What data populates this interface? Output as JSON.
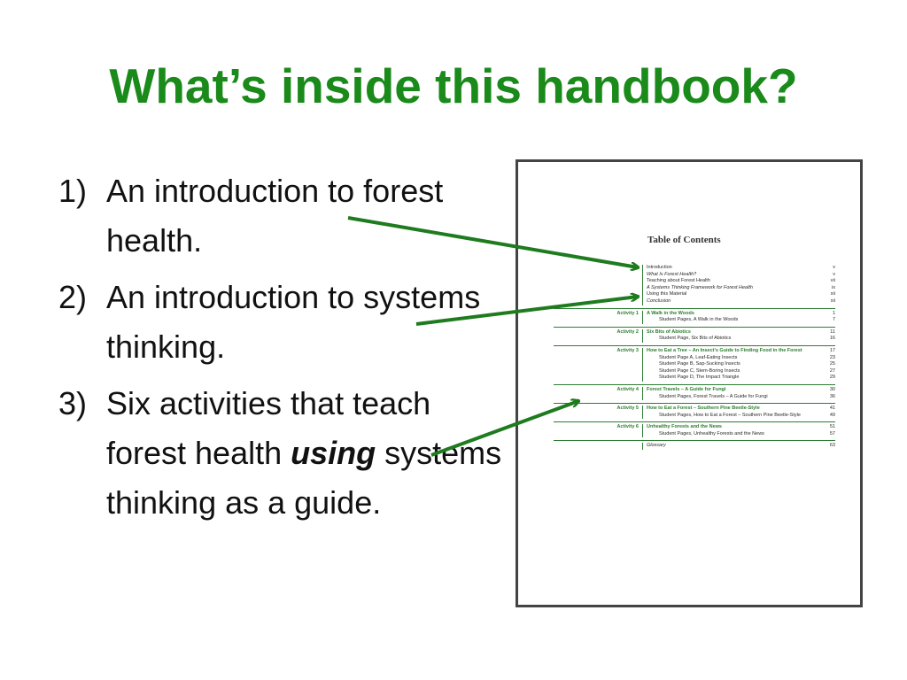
{
  "slide": {
    "title": "What’s inside this handbook?",
    "bullets": [
      {
        "num": "1)",
        "text": "An introduction to forest health."
      },
      {
        "num": "2)",
        "text": "An introduction to systems thinking."
      },
      {
        "num": "3)",
        "before": "Six activities that teach forest health ",
        "emphasis": "using",
        "after": " systems thinking as a guide."
      }
    ]
  },
  "toc": {
    "title": "Table of Contents",
    "intro": [
      {
        "label": "Introduction",
        "page": "v"
      },
      {
        "label": "What Is Forest Health?",
        "page": "v"
      },
      {
        "label": "Teaching about Forest Health",
        "page": "vii"
      },
      {
        "label": "A Systems Thinking Framework for Forest Health",
        "page": "ix"
      },
      {
        "label": "Using this Material",
        "page": "xii"
      },
      {
        "label": "Conclusion",
        "page": "xii"
      }
    ],
    "activities": [
      {
        "activity": "Activity 1",
        "title": "A Walk in the Woods",
        "page": "1",
        "subs": [
          {
            "label": "Student Pages, A Walk in the Woods",
            "page": "7"
          }
        ]
      },
      {
        "activity": "Activity 2",
        "title": "Six Bits of Abiotics",
        "page": "11",
        "subs": [
          {
            "label": "Student Page, Six Bits of Abiotics",
            "page": "16"
          }
        ]
      },
      {
        "activity": "Activity 3",
        "title": "How to Eat a Tree – An Insect’s Guide to Finding Food in the Forest",
        "page": "17",
        "subs": [
          {
            "label": "Student Page A, Leaf-Eating Insects",
            "page": "23"
          },
          {
            "label": "Student Page B, Sap-Sucking Insects",
            "page": "25"
          },
          {
            "label": "Student Page C, Stem-Boring Insects",
            "page": "27"
          },
          {
            "label": "Student Page D, The Impact Triangle",
            "page": "29"
          }
        ]
      },
      {
        "activity": "Activity 4",
        "title": "Forest Travels – A Guide for Fungi",
        "page": "30",
        "subs": [
          {
            "label": "Student Pages, Forest Travels – A Guide for Fungi",
            "page": "36"
          }
        ]
      },
      {
        "activity": "Activity 5",
        "title": "How to Eat a Forest – Southern Pine Beetle-Style",
        "page": "41",
        "subs": [
          {
            "label": "Student Pages, How to Eat a Forest – Southern Pine Beetle-Style",
            "page": "49"
          }
        ]
      },
      {
        "activity": "Activity 6",
        "title": "Unhealthy Forests and the News",
        "page": "51",
        "subs": [
          {
            "label": "Student Pages, Unhealthy Forests and the News",
            "page": "57"
          }
        ]
      }
    ],
    "glossary": {
      "label": "Glossary",
      "page": "63"
    }
  },
  "colors": {
    "title": "#1a8a1a",
    "arrow": "#1e7b1e"
  }
}
